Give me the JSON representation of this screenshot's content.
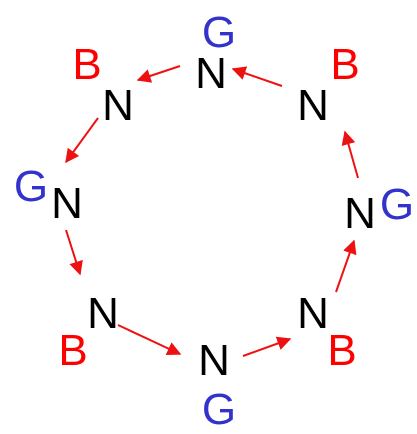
{
  "colors": {
    "n": "#000000",
    "g": "#3333cc",
    "b": "#ff0000",
    "arrow": "#ee1111"
  },
  "labels": {
    "n1": "N",
    "n2": "N",
    "n3": "N",
    "n4": "N",
    "n5": "N",
    "n6": "N",
    "n7": "N",
    "n8": "N",
    "g1": "G",
    "g2": "G",
    "g3": "G",
    "g4": "G",
    "b1": "B",
    "b2": "B",
    "b3": "B",
    "b4": "B"
  }
}
